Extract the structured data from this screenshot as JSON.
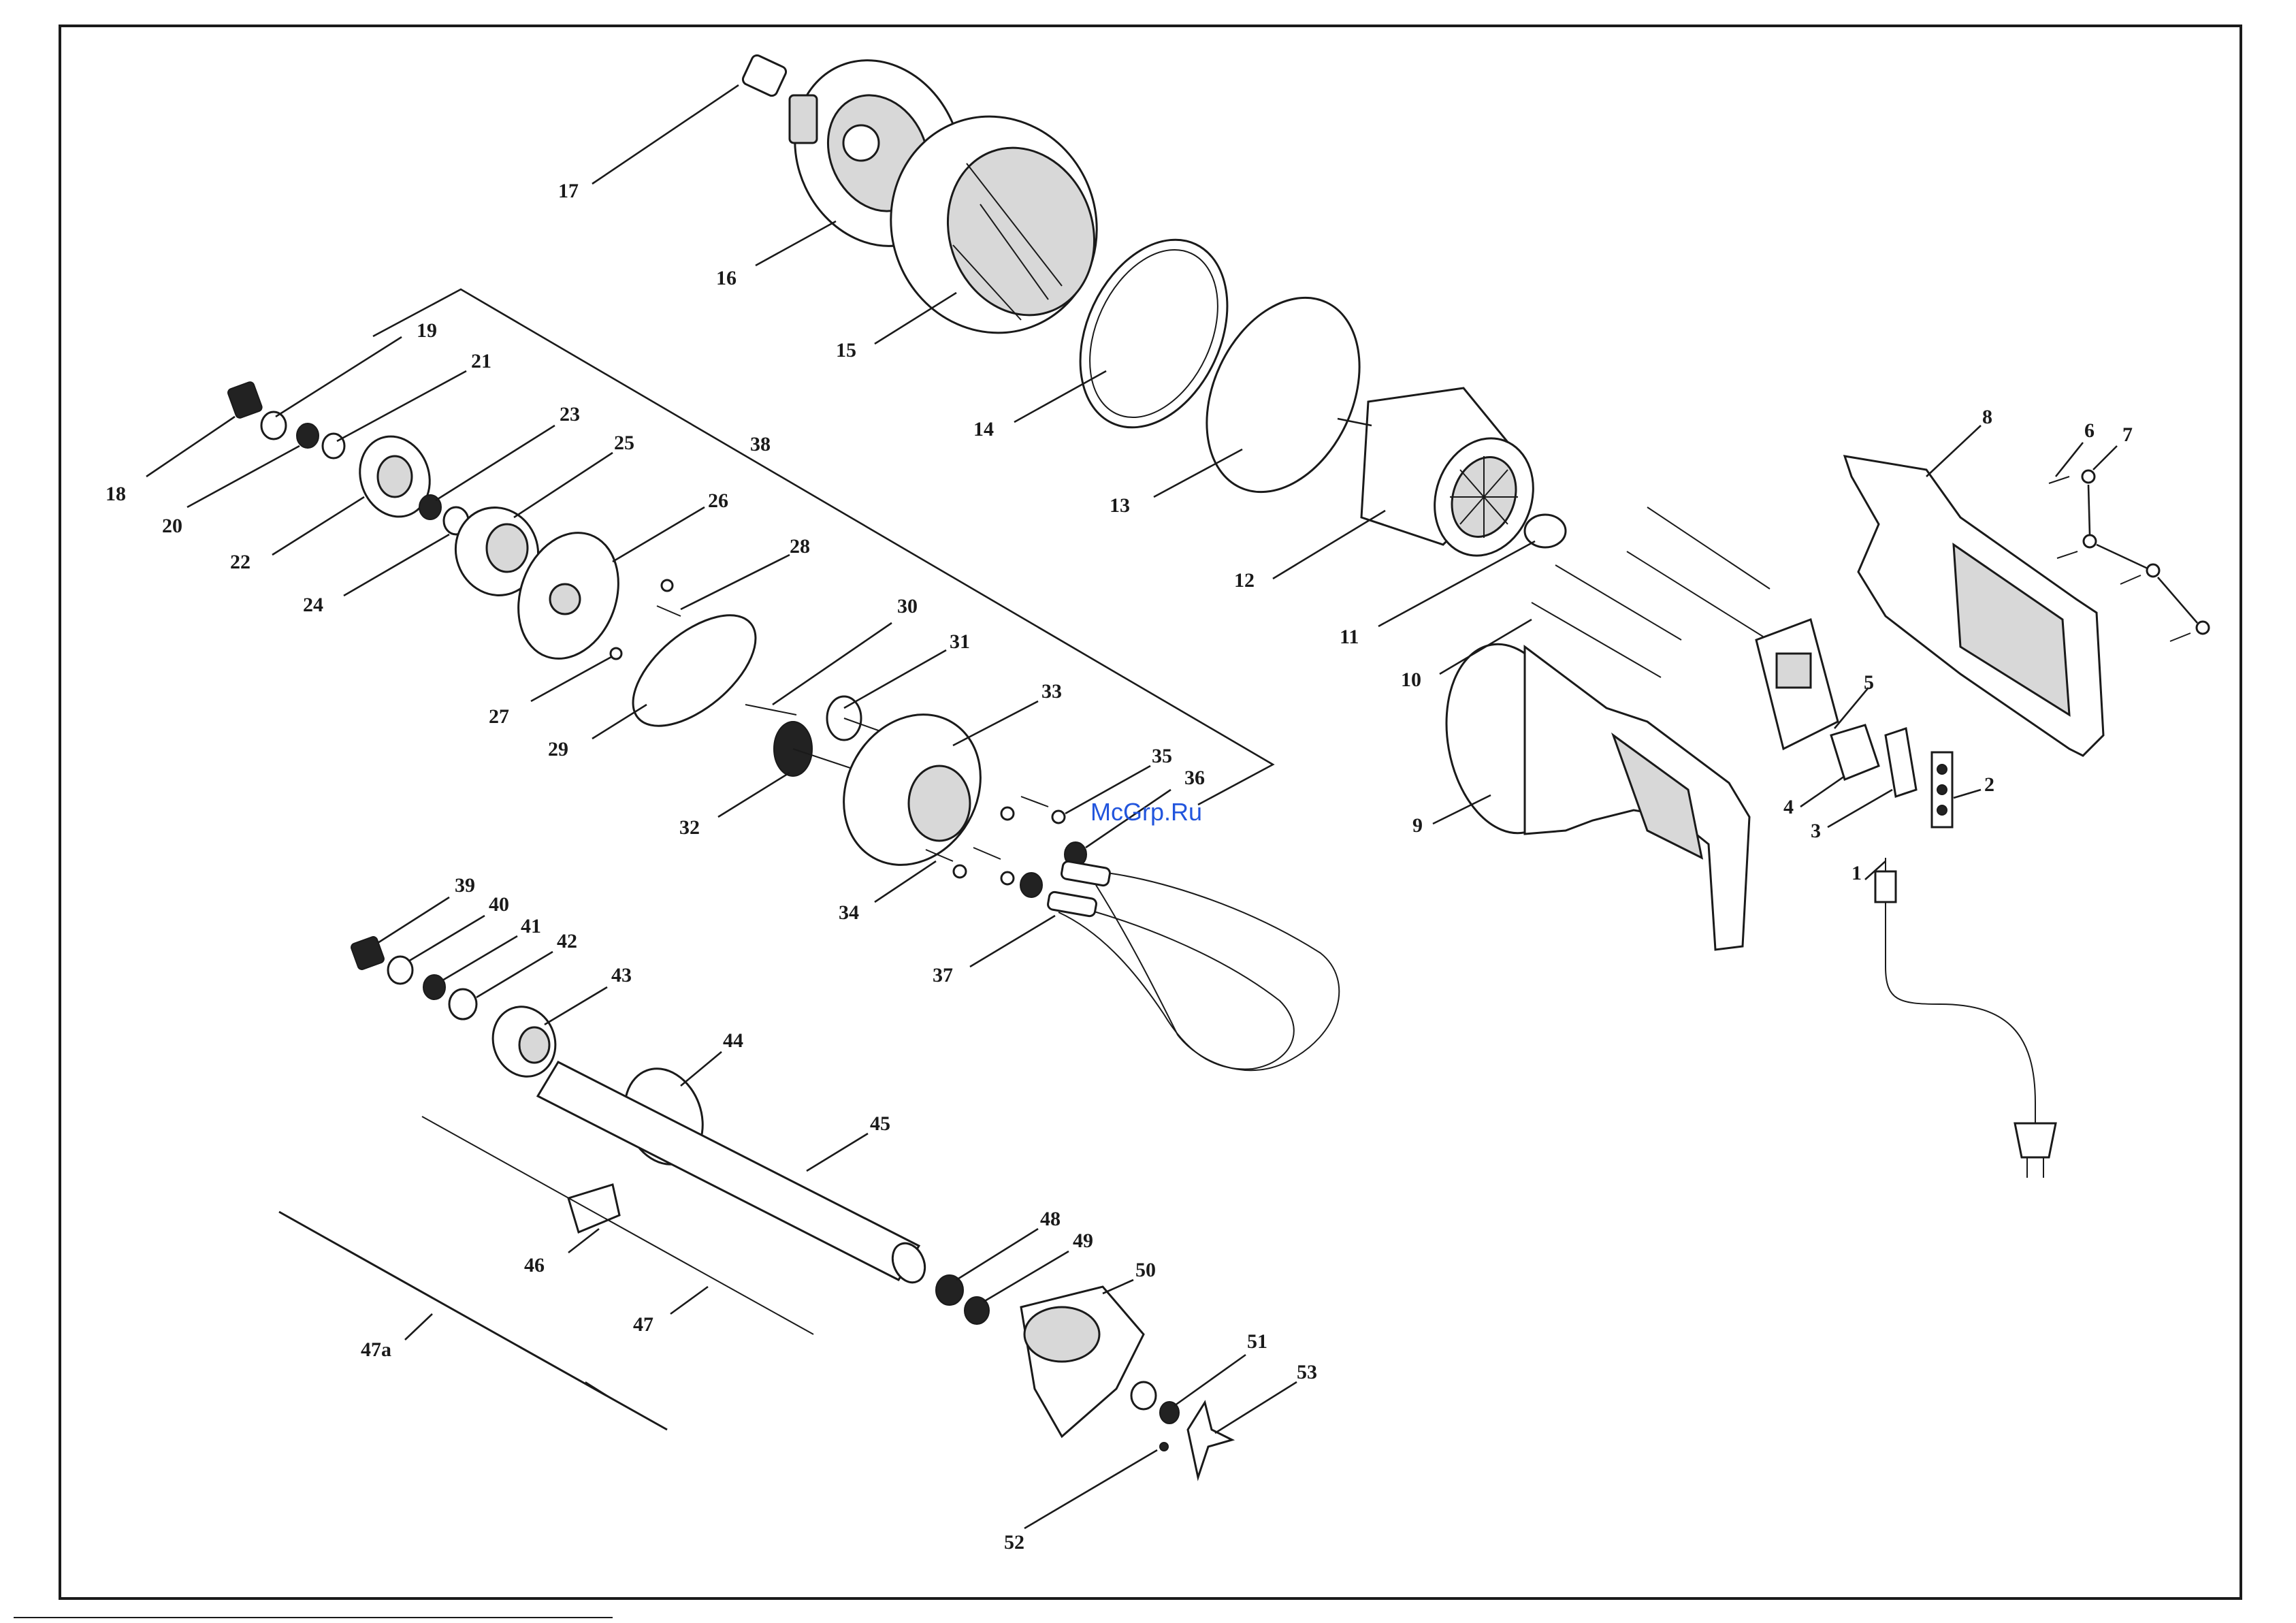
{
  "watermark": "McGrp.Ru",
  "labels": [
    "1",
    "2",
    "3",
    "4",
    "5",
    "6",
    "7",
    "8",
    "9",
    "10",
    "11",
    "12",
    "13",
    "14",
    "15",
    "16",
    "17",
    "18",
    "19",
    "20",
    "21",
    "22",
    "23",
    "24",
    "25",
    "26",
    "27",
    "28",
    "29",
    "30",
    "31",
    "32",
    "33",
    "34",
    "35",
    "36",
    "37",
    "38",
    "39",
    "40",
    "41",
    "42",
    "43",
    "44",
    "45",
    "46",
    "47",
    "47a",
    "48",
    "49",
    "50",
    "51",
    "52",
    "53"
  ]
}
